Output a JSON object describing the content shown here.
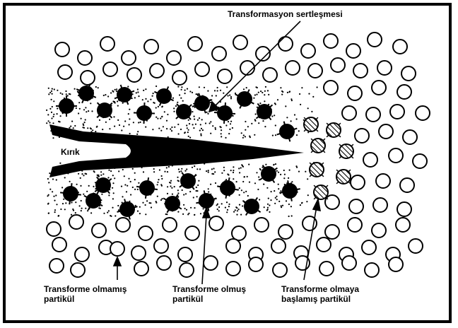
{
  "labels": {
    "crack": "Kırık",
    "transformation_hardening": "Transformasyon sertleşmesi",
    "untransformed_line1": "Transforme olmamış",
    "untransformed_line2": "partikül",
    "transformed_line1": "Transforme olmuş",
    "transformed_line2": "partikül",
    "starting_line1": "Transforme olmaya",
    "starting_line2": "başlamış partikül"
  },
  "colors": {
    "background": "#ffffff",
    "ink": "#000000"
  }
}
